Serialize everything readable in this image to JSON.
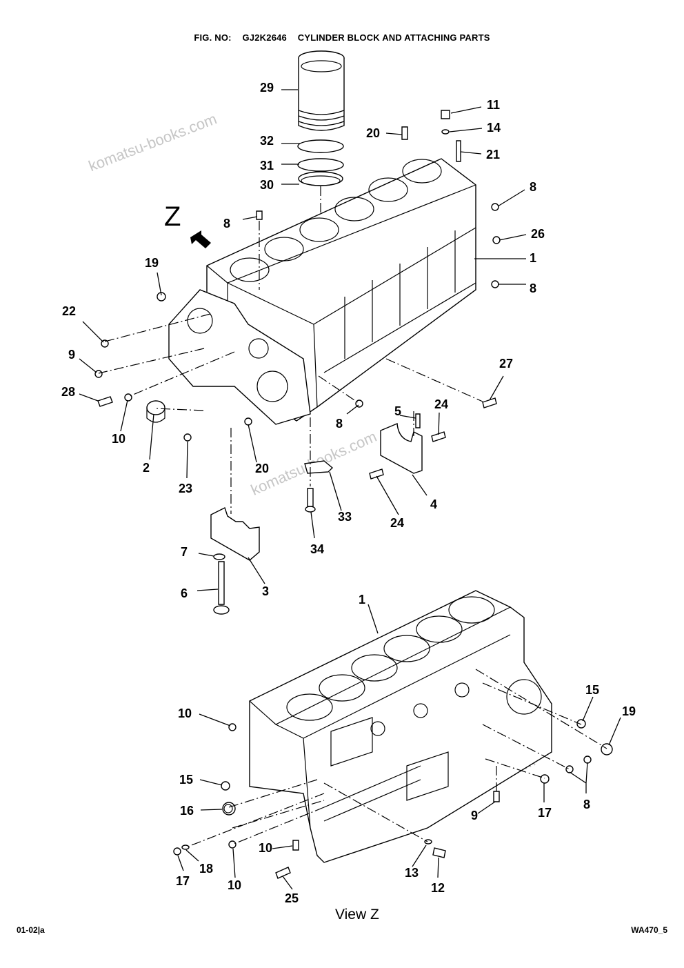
{
  "header": {
    "fig_label": "FIG. NO:",
    "fig_number": "GJ2K2646",
    "fig_title": "CYLINDER BLOCK AND ATTACHING PARTS"
  },
  "view_label": "View  Z",
  "z_marker": "Z",
  "footer": {
    "left": "01-02|a",
    "right": "WA470_5"
  },
  "watermark": "komatsu-books.com",
  "callouts_upper": [
    "29",
    "32",
    "31",
    "30",
    "11",
    "14",
    "20",
    "21",
    "8",
    "8",
    "26",
    "1",
    "8",
    "19",
    "22",
    "9",
    "28",
    "10",
    "2",
    "23",
    "20",
    "8",
    "27",
    "5",
    "24",
    "4",
    "24",
    "33",
    "34",
    "7",
    "6",
    "3"
  ],
  "callouts_lower": [
    "1",
    "10",
    "15",
    "19",
    "15",
    "16",
    "8",
    "17",
    "9",
    "10",
    "18",
    "17",
    "10",
    "25",
    "13",
    "12"
  ]
}
